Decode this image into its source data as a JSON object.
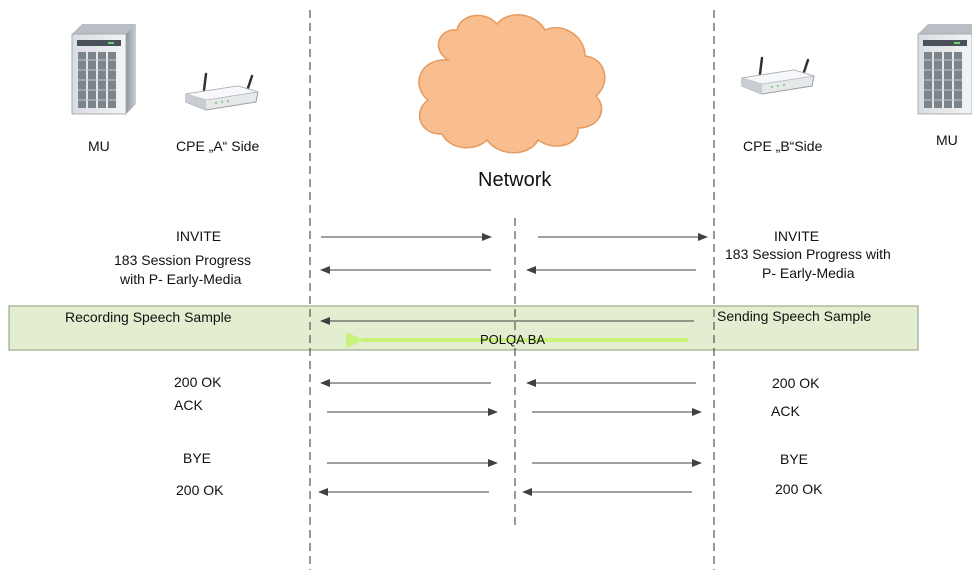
{
  "labels": {
    "mu_left": "MU",
    "cpe_a": "CPE „A“ Side",
    "cpe_b": "CPE „B“Side",
    "mu_right": "MU",
    "network": "Network"
  },
  "messages": {
    "invite_left": "INVITE",
    "invite_right": "INVITE",
    "progress_left_1": "183 Session Progress",
    "progress_left_2": "with P- Early-Media",
    "progress_right_1": "183 Session Progress with",
    "progress_right_2": "P- Early-Media",
    "recording": "Recording Speech Sample",
    "sending": "Sending Speech Sample",
    "polqa": "POLQA BA",
    "ok_left_1": "200 OK",
    "ok_right_1": "200 OK",
    "ack_left": "ACK",
    "ack_right": "ACK",
    "bye_left": "BYE",
    "bye_right": "BYE",
    "ok_left_2": "200 OK",
    "ok_right_2": "200 OK"
  },
  "colors": {
    "cloud_fill": "#f9be8f",
    "cloud_stroke": "#e59a5e",
    "band_fill": "#e3edd0",
    "band_stroke": "#8c9a7a",
    "polqa_arrow": "#c8f27a",
    "arrow": "#404040",
    "dashed": "#555555"
  },
  "icons": {
    "server": "server-tower-icon",
    "router": "wireless-router-icon",
    "cloud": "network-cloud-icon"
  }
}
